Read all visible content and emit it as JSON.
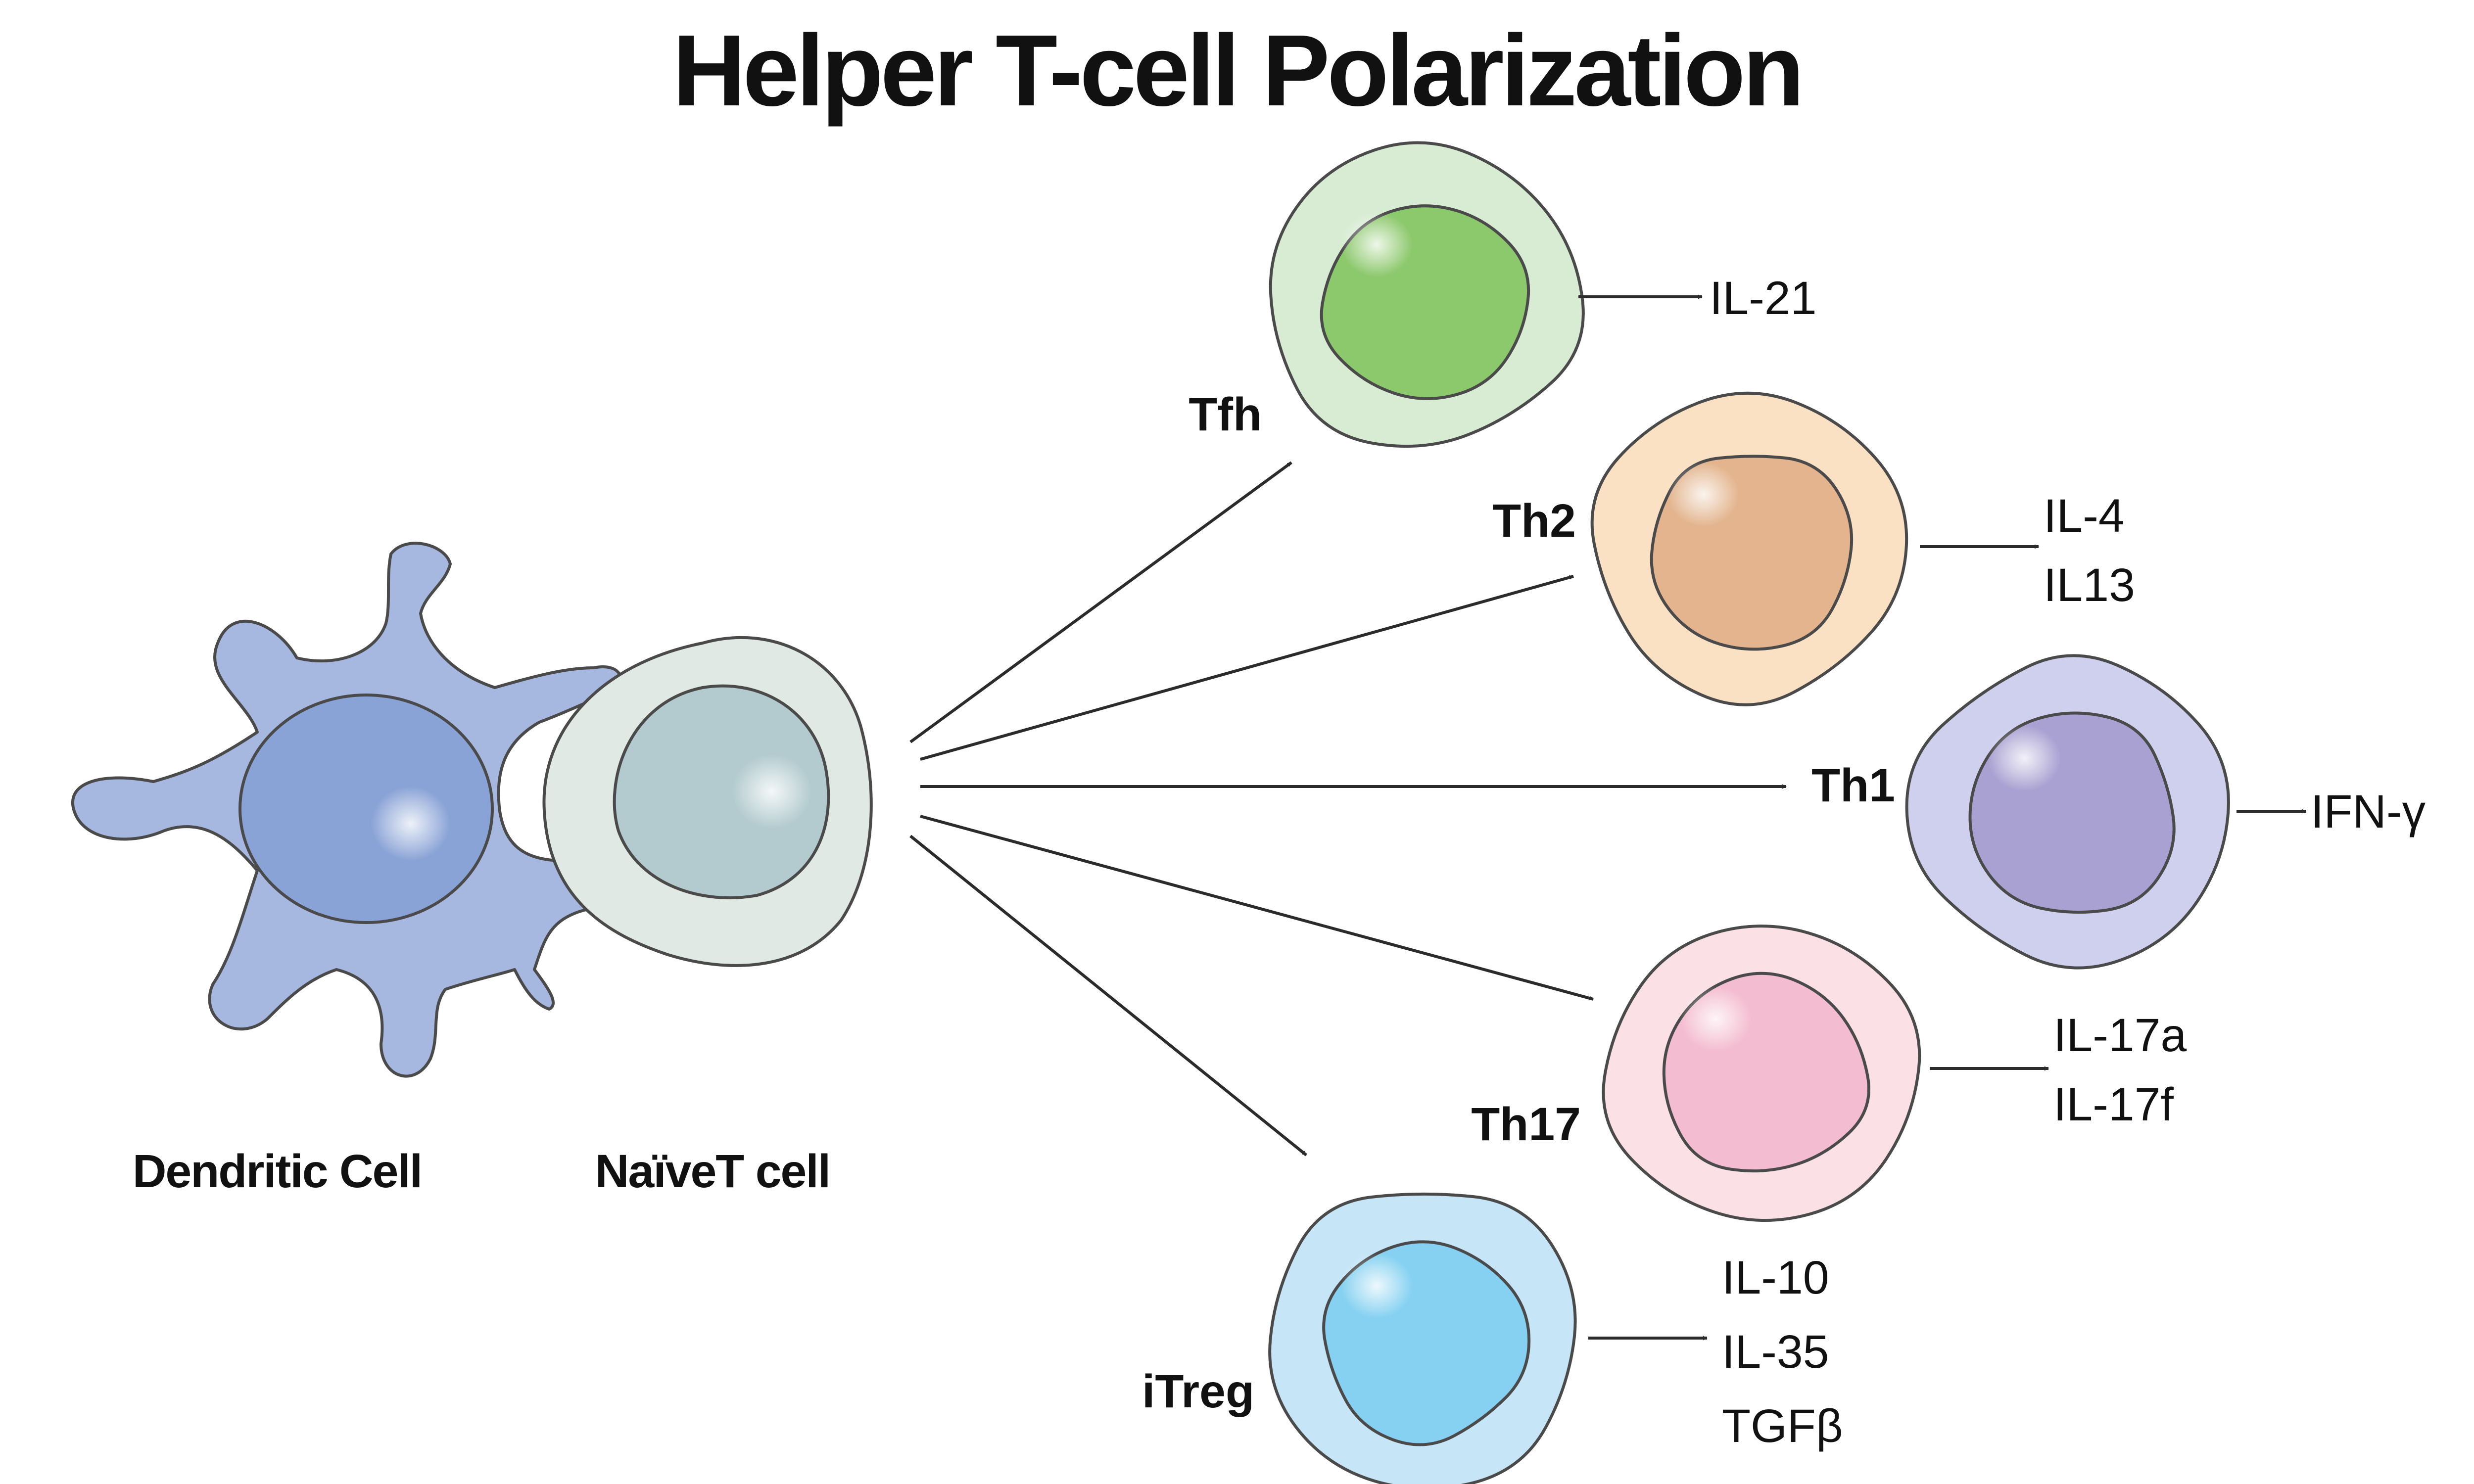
{
  "title": "Helper T-cell Polarization",
  "source": {
    "dendritic_cell": {
      "label": "Dendritic Cell"
    },
    "naive_t_cell": {
      "label": "NaïveT cell"
    }
  },
  "subsets": [
    {
      "id": "tfh",
      "label": "Tfh",
      "cytokines": [
        "IL-21"
      ],
      "colors": {
        "cytoplasm": "#d8ecd4",
        "nucleus": "#8cc86c"
      }
    },
    {
      "id": "th2",
      "label": "Th2",
      "cytokines": [
        "IL-4",
        "IL13"
      ],
      "colors": {
        "cytoplasm": "#fbe1c3",
        "nucleus": "#e3b48d"
      }
    },
    {
      "id": "th1",
      "label": "Th1",
      "cytokines": [
        "IFN-γ"
      ],
      "colors": {
        "cytoplasm": "#cfd0ee",
        "nucleus": "#a9a1d2"
      }
    },
    {
      "id": "th17",
      "label": "Th17",
      "cytokines": [
        "IL-17a",
        "IL-17f"
      ],
      "colors": {
        "cytoplasm": "#fbe0e6",
        "nucleus": "#f4bcd0"
      }
    },
    {
      "id": "itreg",
      "label": "iTreg",
      "cytokines": [
        "IL-10",
        "IL-35",
        "TGFβ"
      ],
      "colors": {
        "cytoplasm": "#c6e6f8",
        "nucleus": "#86d1f1"
      }
    }
  ],
  "colors": {
    "dendritic_body": "#a7b8e0",
    "dendritic_nucleus": "#8aa3d6",
    "naive_cytoplasm": "#e1e9e5",
    "naive_nucleus": "#b3cbcf",
    "outline": "#4a4a4a",
    "arrow": "#2b2b2b",
    "text": "#111111"
  }
}
